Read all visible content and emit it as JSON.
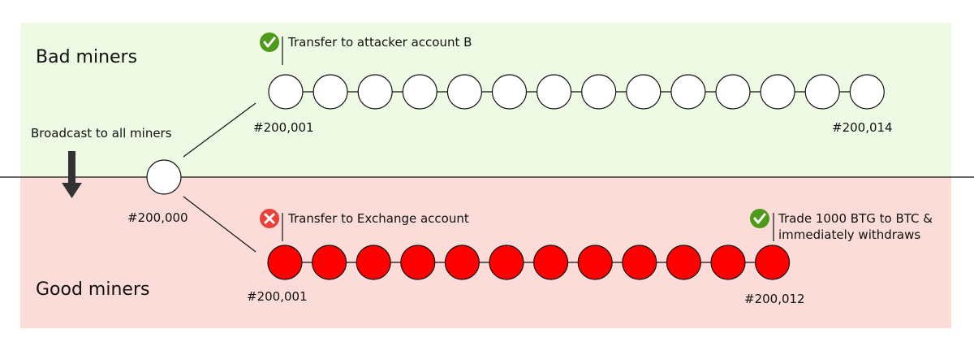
{
  "regions": {
    "bad": {
      "label": "Bad miners",
      "color": "#eefae4"
    },
    "good": {
      "label": "Good miners",
      "color": "#fbdcd8"
    }
  },
  "broadcast": {
    "label": "Broadcast to all miners",
    "icon": "arrow-down-icon"
  },
  "root_block": {
    "label": "#200,000"
  },
  "bad_chain": {
    "block_count": 14,
    "start_label": "#200,001",
    "end_label": "#200,014",
    "block_color": "#ffffff",
    "note": {
      "icon": "check-circle-icon",
      "text": "Transfer to attacker account B"
    }
  },
  "good_chain": {
    "block_count": 12,
    "start_label": "#200,001",
    "end_label": "#200,012",
    "block_color": "#ff0000",
    "note_start": {
      "icon": "x-circle-icon",
      "text": "Transfer to Exchange account"
    },
    "note_end": {
      "icon": "check-circle-icon",
      "lines": [
        "Trade 1000 BTG to BTC &",
        "immediately withdraws"
      ]
    }
  },
  "colors": {
    "check": "#4e9a1a",
    "cross": "#e8423a"
  }
}
